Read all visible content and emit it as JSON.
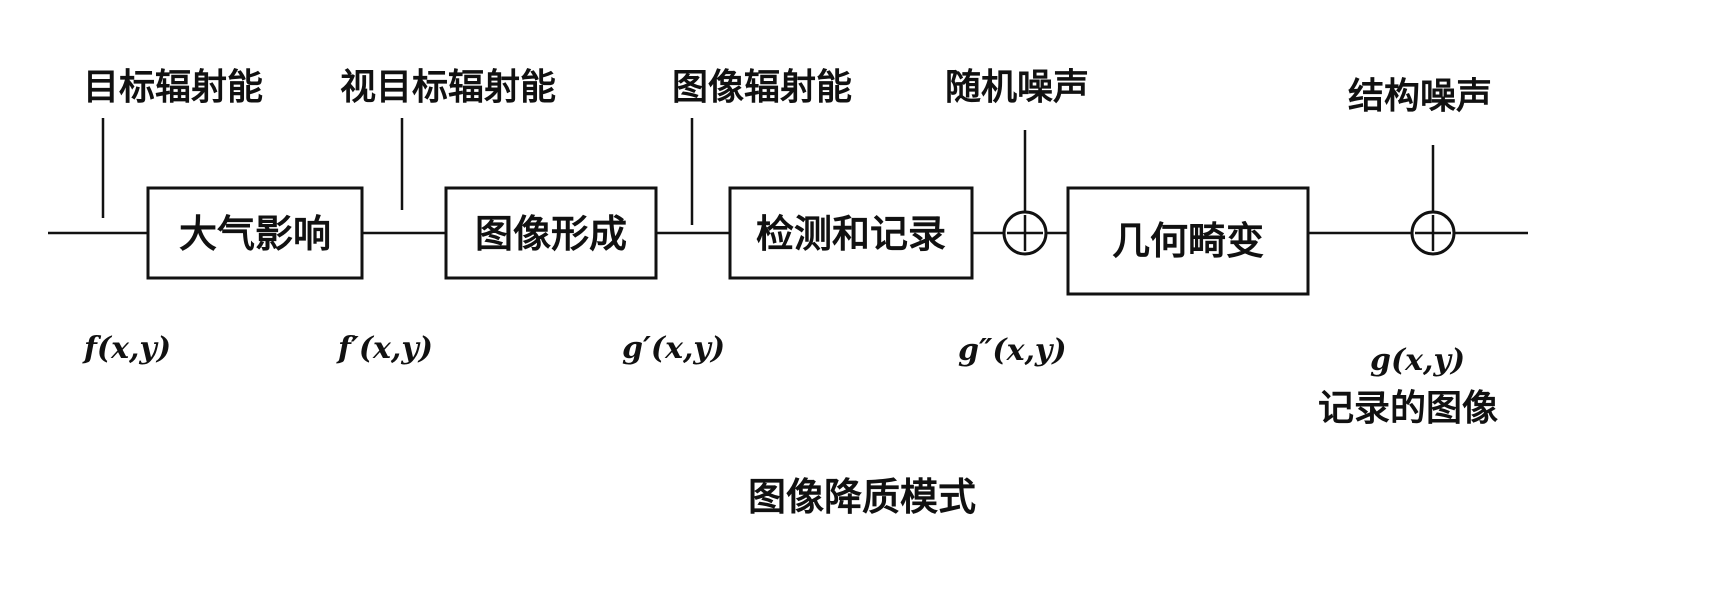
{
  "top_labels": {
    "target_radiance": "目标辐射能",
    "apparent_target_radiance": "视目标辐射能",
    "image_radiance": "图像辐射能",
    "random_noise": "随机噪声",
    "structural_noise": "结构噪声"
  },
  "blocks": {
    "atmosphere": "大气影响",
    "image_formation": "图像形成",
    "detection_recording": "检测和记录",
    "geometric_distortion": "几何畸变"
  },
  "signals": {
    "f": "f(x,y)",
    "f_prime": "f′(x,y)",
    "g_prime": "g′(x,y)",
    "g_double_prime": "g″(x,y)",
    "g": "g(x,y)"
  },
  "output_caption": "记录的图像",
  "caption": "图像降质模式"
}
